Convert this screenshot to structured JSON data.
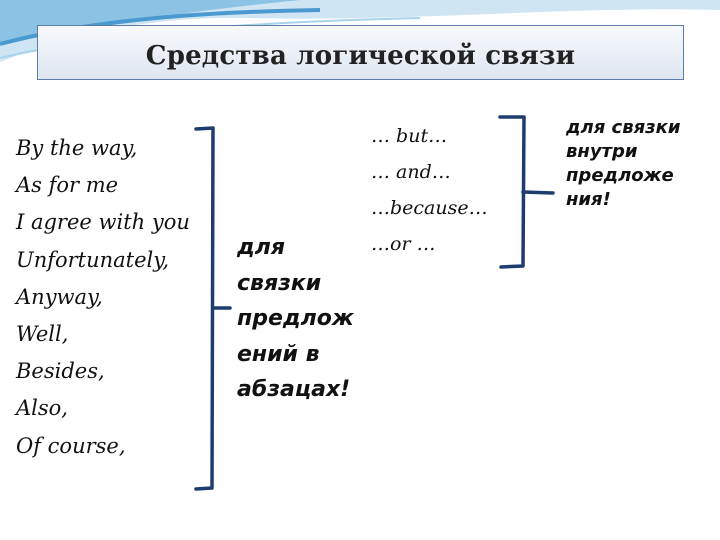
{
  "title": "Средства логической связи",
  "phrases": [
    "By the way,",
    "As for me",
    "I agree with you",
    "Unfortunately,",
    "Anyway,",
    "Well,",
    "Besides,",
    "Also,",
    "Of course,"
  ],
  "note_paragraphs": "для\nсвязки\nпредлож\nений в\nабзацах!",
  "conjunctions": [
    "… but…",
    "… and…",
    "…because…",
    "…or …"
  ],
  "note_sentence": "для связки\nвнутри\nпредложе\nния!",
  "colors": {
    "accent_navy": "#1f3c6e",
    "swoosh_light": "#a9cfe8",
    "swoosh_mid": "#5aa3d1",
    "title_border": "#5a7ea8"
  }
}
